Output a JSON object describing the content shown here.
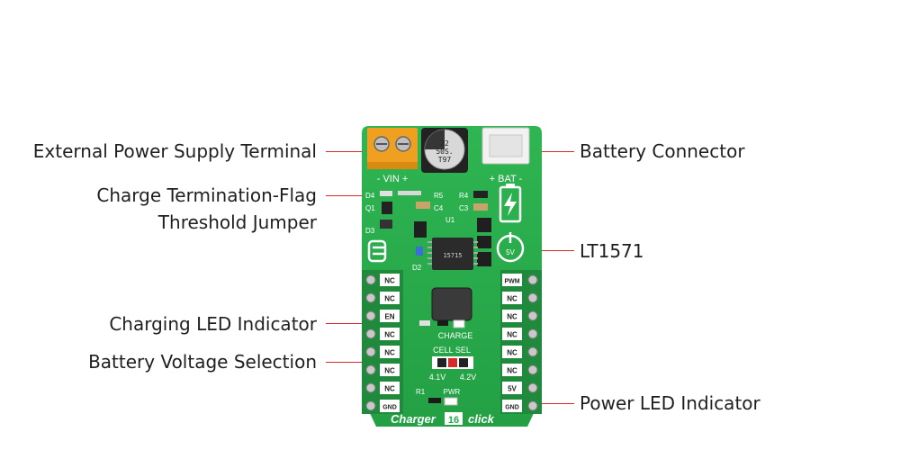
{
  "callouts": {
    "ext_power": "External Power Supply Terminal",
    "charge_term_1": "Charge Termination-Flag",
    "charge_term_2": "Threshold Jumper",
    "charging_led": "Charging LED Indicator",
    "battery_voltage": "Battery Voltage Selection",
    "battery_connector": "Battery Connector",
    "lt1571": "LT1571",
    "power_led": "Power LED Indicator"
  },
  "board": {
    "vin": "- VIN +",
    "bat": "+ BAT -",
    "cap_line1": "22",
    "cap_line2": "50S.",
    "cap_line3": "T97",
    "d4": "D4",
    "q1": "Q1",
    "d3": "D3",
    "r5": "R5",
    "c4": "C4",
    "u1": "U1",
    "r4": "R4",
    "c3": "C3",
    "d2": "D2",
    "chip_text": "15715",
    "power_5v": "5V",
    "charge": "CHARGE",
    "cell_sel": "CELL SEL",
    "v41": "4.1V",
    "v42": "4.2V",
    "r1": "R1",
    "pwr": "PWR",
    "brand": "Charger",
    "brand_num": "16",
    "brand_click": "click",
    "left_pins": [
      "NC",
      "NC",
      "EN",
      "NC",
      "NC",
      "NC",
      "NC",
      "GND"
    ],
    "right_pins": [
      "PWM",
      "NC",
      "NC",
      "NC",
      "NC",
      "NC",
      "5V",
      "GND"
    ]
  },
  "colors": {
    "pcb": "#27a848",
    "pcb_dark": "#1f8a3c",
    "leader": "#d42a2a",
    "terminal": "#f0a020",
    "text": "#1f1f1f"
  }
}
